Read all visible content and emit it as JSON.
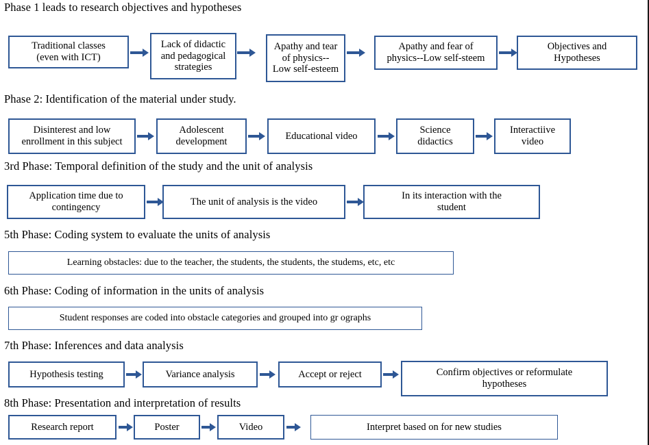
{
  "diagram": {
    "title": "Research phases flowchart",
    "accent_color": "#2e5795",
    "background_color": "#ffffff",
    "text_color": "#000000"
  },
  "phases": [
    {
      "heading": "Phase 1  leads to research objectives and hypotheses",
      "nodes": [
        "Traditional classes\n(even with ICT)",
        "Lack of didactic\nand pedagogical\nstrategies",
        "Apathy and tear\nof physics--\nLow self-esteem",
        "Apathy and fear of\nphysics--Low self-steem",
        "Objectives and\nHypotheses"
      ]
    },
    {
      "heading": "Phase 2: Identification of the material under study.",
      "nodes": [
        "Disinterest and low\nenrollment in this subject",
        "Adolescent\ndevelopment",
        "Educational video",
        "Science\ndidactics",
        "Interactiive\nvideo"
      ]
    },
    {
      "heading": "3rd Phase: Temporal definition of the study and the unit of analysis",
      "nodes": [
        "Application time due to\ncontingency",
        "The unit of analysis is the video",
        "In its interaction   with the\nstudent"
      ]
    },
    {
      "heading": "5th Phase: Coding system to evaluate the units of analysis",
      "nodes": [
        "Learning obstacles: due to the teacher, the students, the students, the studems, etc, etc"
      ]
    },
    {
      "heading": "6th Phase: Coding of information in the units of analysis",
      "nodes": [
        "Student responses are coded into obstacle categories and grouped into gr ographs"
      ]
    },
    {
      "heading": "7th Phase: Inferences and data analysis",
      "nodes": [
        "Hypothesis testing",
        "Variance analysis",
        "Accept or reject",
        "Confirm objectives or   reformulate\nhypotheses"
      ]
    },
    {
      "heading": "8th Phase: Presentation and interpretation of results",
      "nodes": [
        "Research report",
        "Poster",
        "Video",
        "Interpret based on    for new  studies"
      ]
    }
  ]
}
